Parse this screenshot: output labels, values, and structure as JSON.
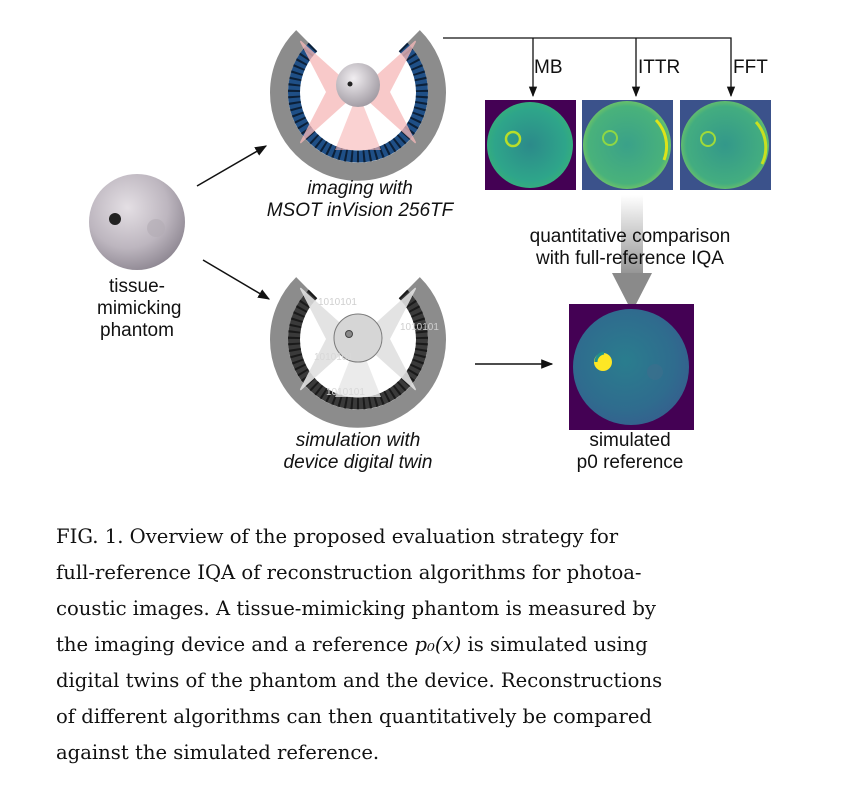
{
  "figure": {
    "labels": {
      "phantom": [
        "tissue-",
        "mimicking",
        "phantom"
      ],
      "imaging": [
        "imaging with",
        "MSOT inVision 256TF"
      ],
      "simulation": [
        "simulation with",
        "device digital twin"
      ],
      "reference": [
        "simulated",
        "p0 reference"
      ],
      "comparison": [
        "quantitative comparison",
        "with full-reference IQA"
      ],
      "algorithms": [
        "MB",
        "ITTR",
        "FFT"
      ],
      "binary_text": "1010101"
    },
    "colors": {
      "viridis_dark": "#440154",
      "viridis_mid": "#21918c",
      "viridis_bright": "#fde725",
      "device_gray": "#8c8c8c",
      "transducer_blue": "#1f4f86",
      "beam_pink": "#f6b8b8"
    }
  },
  "caption": {
    "lines": [
      "FIG. 1.  Overview of the proposed evaluation strategy for",
      "full-reference IQA of reconstruction algorithms for photoa-",
      "coustic images. A tissue-mimicking phantom is measured by",
      "digital twins of the phantom and the device. Reconstructions",
      "of different algorithms can then quantitatively be compared",
      "against the simulated reference."
    ],
    "line4_before": "the imaging device and a reference ",
    "line4_math": "p₀(x)",
    "line4_after": " is simulated using"
  }
}
